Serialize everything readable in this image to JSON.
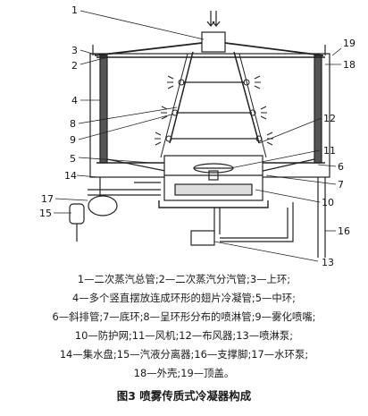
{
  "figure": {
    "callouts": [
      "1",
      "2",
      "3",
      "4",
      "5",
      "6",
      "7",
      "8",
      "9",
      "10",
      "11",
      "12",
      "13",
      "14",
      "15",
      "16",
      "17",
      "18",
      "19"
    ]
  },
  "legend_lines": [
    "1—二次蒸汽总管;2—二次蒸汽分汽管;3—上环;",
    "4—多个竖直摆放连成环形的翅片冷凝管;5—中环;",
    "6—斜排管;7—底环;8—呈环形分布的喷淋管;9—雾化喷嘴;",
    "10—防护网;11—风机;12—布风器;13—喷淋泵;",
    "14—集水盘;15—汽液分离器;16—支撑脚;17—水环泵;",
    "18—外壳;19—顶盖。"
  ],
  "caption": "图3   喷雾传质式冷凝器构成"
}
